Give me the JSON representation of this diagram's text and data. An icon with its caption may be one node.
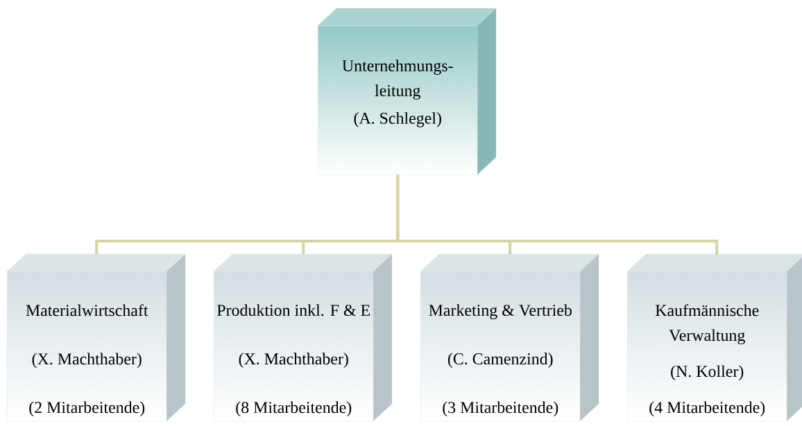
{
  "diagram": {
    "nodes": [
      {
        "text": [
          "Unternehmungs- leitung",
          "(A. Schlegel)"
        ]
      },
      {
        "text": [
          "Materialwirtschaft",
          "(X. Machthaber)",
          "(2 Mitarbeitende)"
        ]
      },
      {
        "text": [
          "Produktion inkl. F & E",
          "(X. Machthaber)",
          "(8 Mitarbeitende)"
        ]
      },
      {
        "text": [
          "Marketing & Vertrieb",
          "(C. Camenzind)",
          "(3 Mitarbeitende)"
        ]
      },
      {
        "text": [
          "Kaufmännische Verwaltung",
          "(N. Koller)",
          "(4 Mitarbeitende)"
        ]
      }
    ],
    "edges": [
      {
        "from": 0,
        "to": 1,
        "arrow": "none"
      },
      {
        "from": 0,
        "to": 2,
        "arrow": "none"
      },
      {
        "from": 0,
        "to": 3,
        "arrow": "none"
      },
      {
        "from": 0,
        "to": 4,
        "arrow": "none"
      }
    ]
  }
}
